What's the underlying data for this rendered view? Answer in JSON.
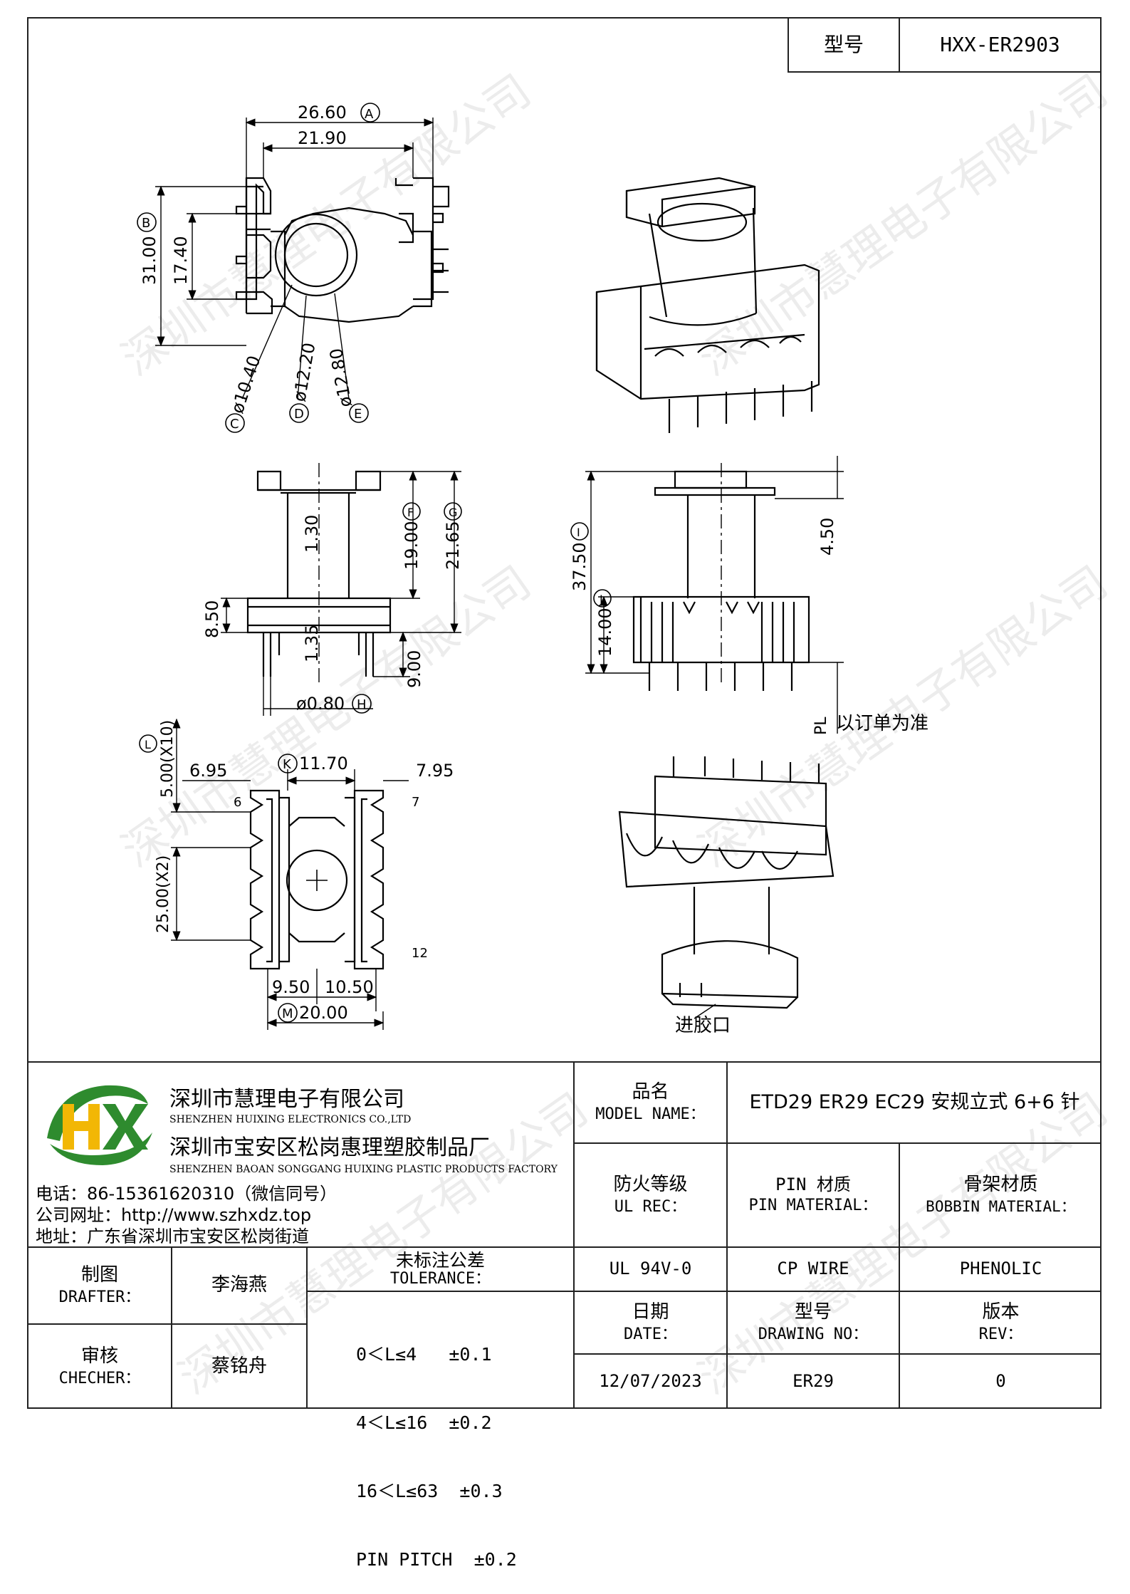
{
  "header": {
    "model_label": "型号",
    "model_value": "HXX-ER2903"
  },
  "watermark": "深圳市慧理电子有限公司",
  "drawing": {
    "top_view": {
      "dim_a": "26.60",
      "tag_a": "A",
      "dim_inner": "21.90",
      "dim_b": "31.00",
      "tag_b": "B",
      "dim_height_inner": "17.40",
      "dim_c": "ø10.40",
      "tag_c": "C",
      "dim_d": "ø12.20",
      "tag_d": "D",
      "dim_e": "ø12.80",
      "tag_e": "E"
    },
    "side_view": {
      "dim_f": "19.00",
      "tag_f": "F",
      "dim_g": "21.65",
      "tag_g": "G",
      "dim_wall_top": "1.30",
      "dim_wall_bottom": "1.35",
      "dim_base": "8.50",
      "dim_pin_len": "9.00",
      "dim_pin_dia": "ø0.80",
      "tag_pin": "H"
    },
    "front_view": {
      "dim_total": "37.50",
      "tag_total": "I",
      "dim_top_gap": "4.50",
      "dim_base_h": "14.00",
      "tag_base": "J",
      "pl_label": "PL",
      "pl_note": "以订单为准"
    },
    "bottom_view": {
      "dim_pitch": "5.00(X10)",
      "tag_pitch": "L",
      "dim_left": "6.95",
      "dim_k": "11.70",
      "tag_k": "K",
      "dim_right": "7.95",
      "dim_row": "25.00(X2)",
      "dim_off_left": "9.50",
      "dim_off_right": "10.50",
      "dim_m": "20.00",
      "tag_m": "M",
      "pin6": "6",
      "pin7": "7",
      "pin12": "12"
    },
    "iso_bottom_label": "进胶口"
  },
  "company": {
    "logo_text": "HX",
    "name_cn": "深圳市慧理电子有限公司",
    "name_en": "SHENZHEN HUIXING ELECTRONICS CO.,LTD",
    "factory_cn": "深圳市宝安区松岗惠理塑胶制品厂",
    "factory_en": "SHENZHEN BAOAN SONGGANG HUIXING PLASTIC PRODUCTS FACTORY",
    "phone": "电话：86-15361620310（微信同号）",
    "website": "公司网址：http://www.szhxdz.top",
    "address": "地址：广东省深圳市宝安区松岗街道"
  },
  "title_block": {
    "model_name_cn": "品名",
    "model_name_en": "MODEL NAME：",
    "model_name_value": "ETD29 ER29 EC29 安规立式 6+6 针",
    "ul_cn": "防火等级",
    "ul_en": "UL REC：",
    "pin_cn": "PIN 材质",
    "pin_en": "PIN MATERIAL：",
    "bobbin_cn": "骨架材质",
    "bobbin_en": "BOBBIN MATERIAL：",
    "ul_value": "UL 94V-0",
    "pin_value": "CP WIRE",
    "bobbin_value": "PHENOLIC",
    "drafter_cn": "制图",
    "drafter_en": "DRAFTER：",
    "drafter_name": "李海燕",
    "checker_cn": "审核",
    "checker_en": "CHECHER：",
    "checker_name": "蔡铭舟",
    "tolerance_cn": "未标注公差",
    "tolerance_en": "TOLERANCE：",
    "tolerance_lines": [
      "0＜L≤4   ±0.1",
      "4＜L≤16  ±0.2",
      "16＜L≤63  ±0.3",
      "PIN PITCH  ±0.2"
    ],
    "date_cn": "日期",
    "date_en": "DATE：",
    "date_value": "12/07/2023",
    "drawing_no_cn": "型号",
    "drawing_no_en": "DRAWING NO：",
    "drawing_no_value": "ER29",
    "rev_cn": "版本",
    "rev_en": "REV：",
    "rev_value": "0"
  }
}
